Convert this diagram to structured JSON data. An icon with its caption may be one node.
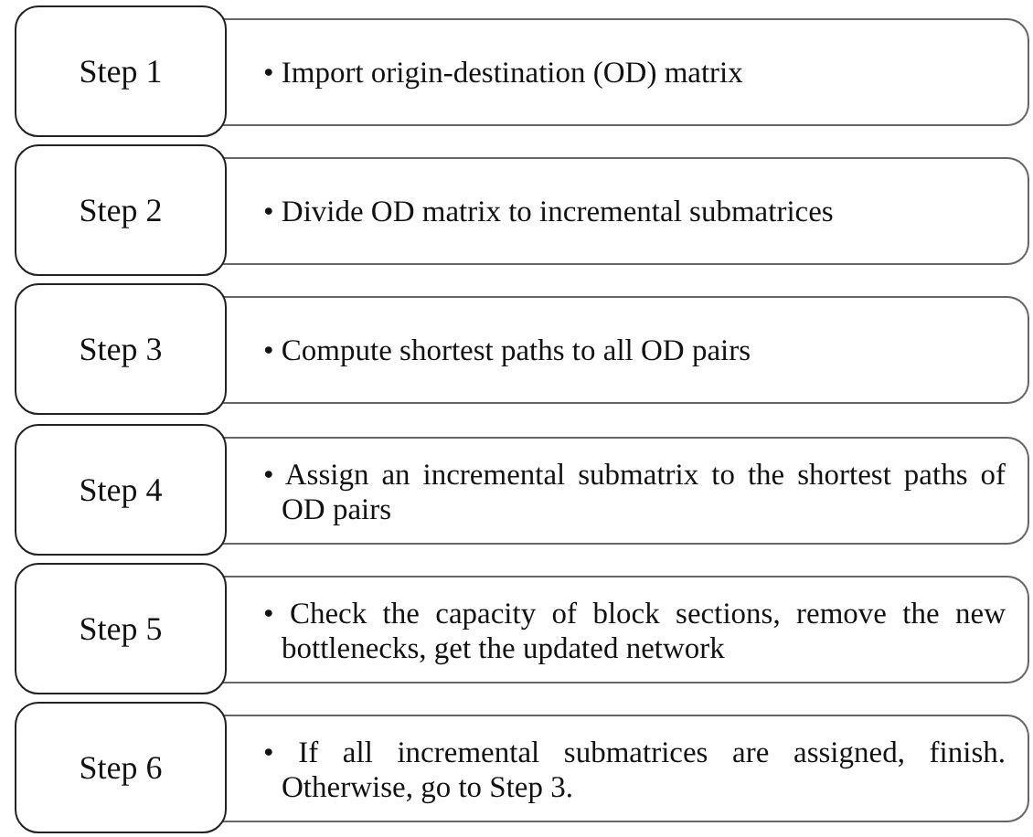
{
  "diagram": {
    "nodes": [
      {
        "text": [
          "Step 1"
        ]
      },
      {
        "text": [
          "• Import origin-destination (OD) matrix"
        ]
      },
      {
        "text": [
          "Step 2"
        ]
      },
      {
        "text": [
          "• Divide OD matrix to incremental submatrices"
        ]
      },
      {
        "text": [
          "Step 3"
        ]
      },
      {
        "text": [
          "• Compute shortest paths to all OD pairs"
        ]
      },
      {
        "text": [
          "Step 4"
        ]
      },
      {
        "text": [
          "• Assign an incremental submatrix to the shortest paths of OD pairs"
        ]
      },
      {
        "text": [
          "Step 5"
        ]
      },
      {
        "text": [
          "• Check the capacity of block sections, remove the new bottlenecks, get the updated network"
        ]
      },
      {
        "text": [
          "Step 6"
        ]
      },
      {
        "text": [
          "• If all incremental submatrices are assigned, finish. Otherwise, go to Step 3."
        ]
      }
    ]
  }
}
